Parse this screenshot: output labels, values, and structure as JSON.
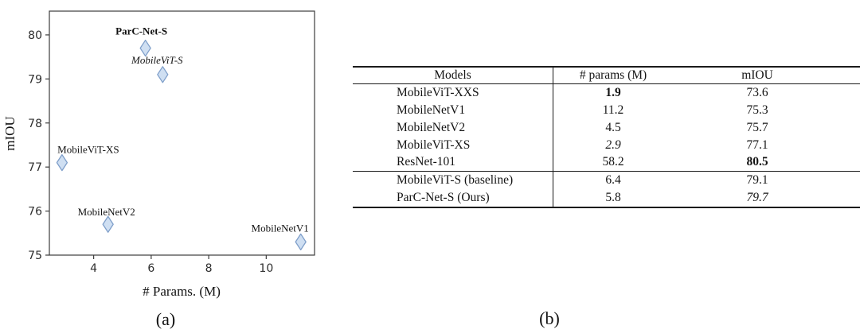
{
  "figure": {
    "panel_a_caption": "(a)",
    "panel_b_caption": "(b)"
  },
  "colors": {
    "marker_fill": "#cfdff2",
    "marker_stroke": "#7f9fca",
    "axis": "#3c3c3c",
    "text": "#111111"
  },
  "chart_data": {
    "type": "scatter",
    "title": "",
    "xlabel": "# Params. (M)",
    "ylabel": "mIOU",
    "xlim": [
      2.46,
      11.68
    ],
    "ylim": [
      75,
      80.54
    ],
    "x_ticks": [
      4,
      6,
      8,
      10
    ],
    "y_ticks": [
      75,
      76,
      77,
      78,
      79,
      80
    ],
    "grid": false,
    "legend": "none",
    "marker": "thin-diamond",
    "points": [
      {
        "label": "ParC-Net-S",
        "x": 5.8,
        "y": 79.7,
        "style": "bold",
        "label_dx": -5,
        "label_dy": -17
      },
      {
        "label": "MobileViT-S",
        "x": 6.4,
        "y": 79.1,
        "style": "italic",
        "label_dx": -7,
        "label_dy": -14
      },
      {
        "label": "MobileViT-XS",
        "x": 2.9,
        "y": 77.1,
        "style": "normal",
        "label_dx": 33,
        "label_dy": -12
      },
      {
        "label": "MobileNetV2",
        "x": 4.5,
        "y": 75.7,
        "style": "normal",
        "label_dx": -2,
        "label_dy": -11
      },
      {
        "label": "MobileNetV1",
        "x": 11.2,
        "y": 75.3,
        "style": "normal",
        "label_dx": -26,
        "label_dy": -13
      }
    ]
  },
  "table": {
    "headers": [
      "Models",
      "# params (M)",
      "mIOU"
    ],
    "rows": [
      {
        "model": "MobileViT-XXS",
        "params": "1.9",
        "miou": "73.6",
        "params_style": "bold",
        "miou_style": "normal",
        "group": 1
      },
      {
        "model": "MobileNetV1",
        "params": "11.2",
        "miou": "75.3",
        "params_style": "normal",
        "miou_style": "normal",
        "group": 1
      },
      {
        "model": "MobileNetV2",
        "params": "4.5",
        "miou": "75.7",
        "params_style": "normal",
        "miou_style": "normal",
        "group": 1
      },
      {
        "model": "MobileViT-XS",
        "params": "2.9",
        "miou": "77.1",
        "params_style": "italic",
        "miou_style": "normal",
        "group": 1
      },
      {
        "model": "ResNet-101",
        "params": "58.2",
        "miou": "80.5",
        "params_style": "normal",
        "miou_style": "bold",
        "group": 1
      },
      {
        "model": "MobileViT-S (baseline)",
        "params": "6.4",
        "miou": "79.1",
        "params_style": "normal",
        "miou_style": "normal",
        "group": 2
      },
      {
        "model": "ParC-Net-S (Ours)",
        "params": "5.8",
        "miou": "79.7",
        "params_style": "normal",
        "miou_style": "italic",
        "group": 2
      }
    ]
  }
}
